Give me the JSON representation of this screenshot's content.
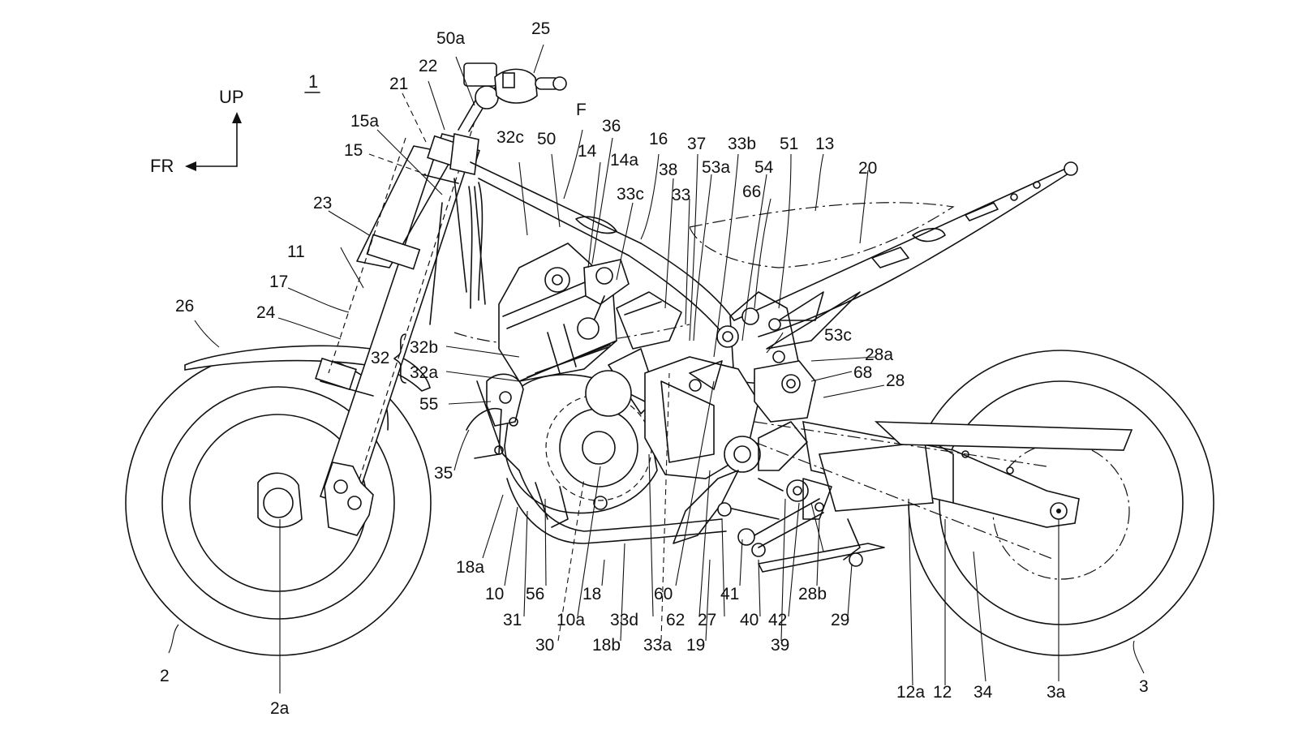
{
  "figure": {
    "number": "1",
    "direction_up": "UP",
    "direction_front": "FR"
  },
  "labels": {
    "l2": "2",
    "l2a": "2a",
    "l3": "3",
    "l3a": "3a",
    "l10": "10",
    "l10a": "10a",
    "l11": "11",
    "l12": "12",
    "l12a": "12a",
    "l13": "13",
    "l14": "14",
    "l14a": "14a",
    "l15": "15",
    "l15a": "15a",
    "l16": "16",
    "l17": "17",
    "l18": "18",
    "l18a": "18a",
    "l18b": "18b",
    "l19": "19",
    "l20": "20",
    "l21": "21",
    "l22": "22",
    "l23": "23",
    "l24": "24",
    "l25": "25",
    "l26": "26",
    "l27": "27",
    "l28": "28",
    "l28a": "28a",
    "l28b": "28b",
    "l29": "29",
    "l30": "30",
    "l31": "31",
    "l32": "32",
    "l32a": "32a",
    "l32b": "32b",
    "l32c": "32c",
    "l33": "33",
    "l33a": "33a",
    "l33b": "33b",
    "l33c": "33c",
    "l33d": "33d",
    "l34": "34",
    "l35": "35",
    "l36": "36",
    "l37": "37",
    "l38": "38",
    "l39": "39",
    "l40": "40",
    "l41": "41",
    "l42": "42",
    "l50": "50",
    "l50a": "50a",
    "l51": "51",
    "l53a": "53a",
    "l53c": "53c",
    "l54": "54",
    "l55": "55",
    "l56": "56",
    "l60": "60",
    "l62": "62",
    "l66": "66",
    "l68": "68",
    "lF": "F"
  }
}
